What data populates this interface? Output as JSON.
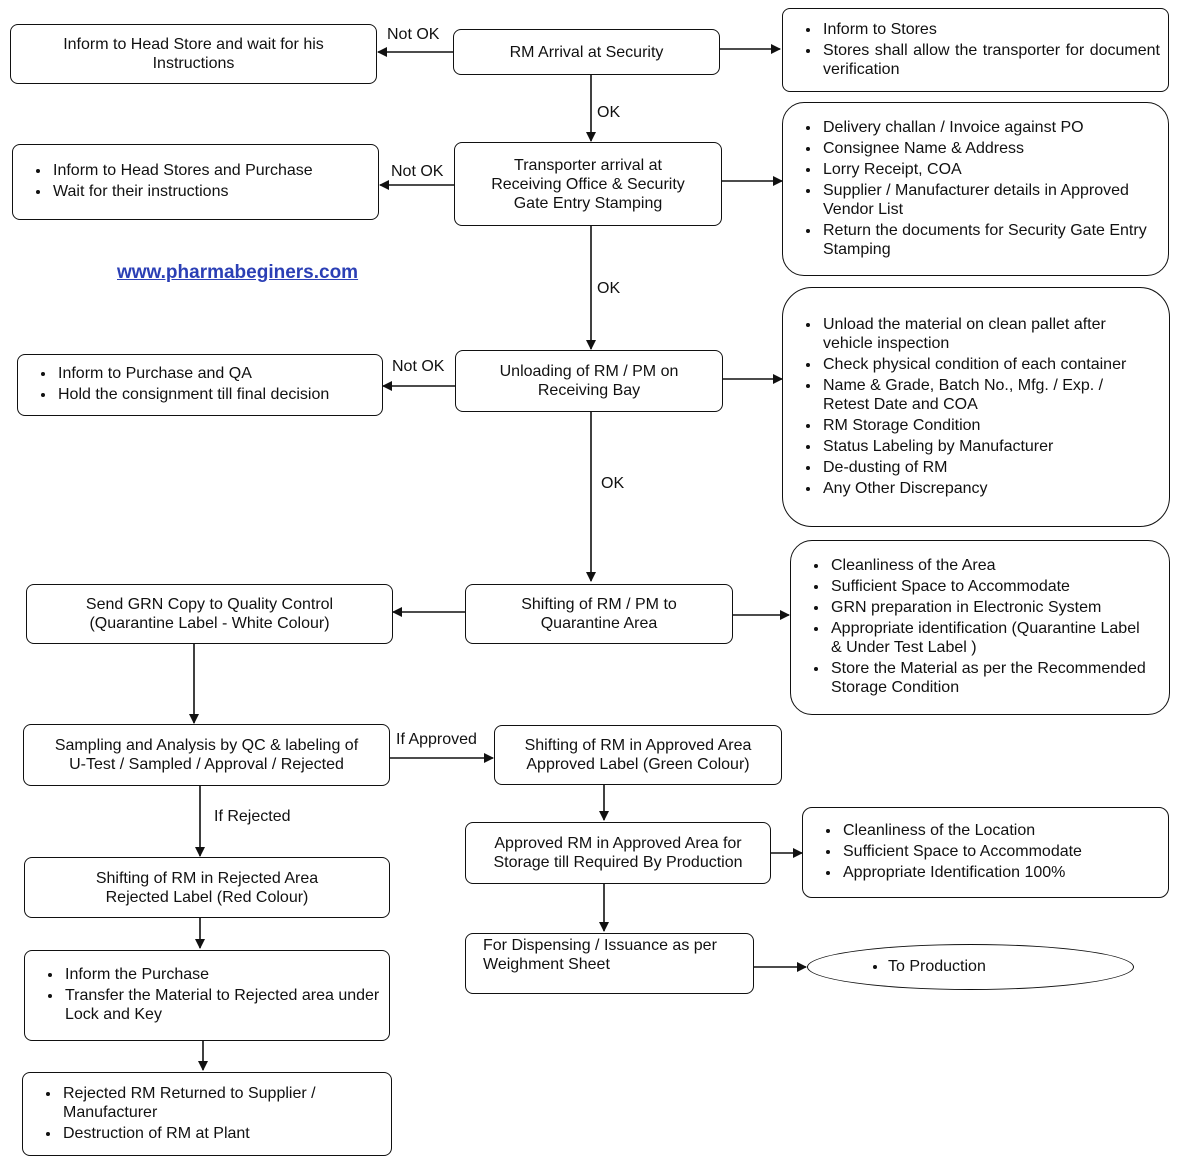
{
  "website": "www.pharmabeginers.com",
  "labels": {
    "not_ok": "Not OK",
    "ok": "OK",
    "if_approved": "If Approved",
    "if_rejected": "If Rejected"
  },
  "steps": {
    "rm_arrival": "RM Arrival at Security",
    "transporter_arrival": [
      "Transporter arrival at",
      "Receiving Office & Security",
      "Gate Entry Stamping"
    ],
    "unloading": [
      "Unloading of RM / PM on",
      "Receiving Bay"
    ],
    "shifting_quarantine": [
      "Shifting of RM / PM to",
      "Quarantine Area"
    ],
    "send_grn": [
      "Send GRN Copy to Quality Control",
      "(Quarantine Label - White Colour)"
    ],
    "sampling": [
      "Sampling and Analysis by QC & labeling of",
      "U-Test / Sampled / Approval / Rejected"
    ],
    "shifting_approved": [
      "Shifting of RM in Approved Area",
      "Approved Label (Green Colour)"
    ],
    "approved_storage": [
      "Approved RM in Approved Area for",
      "Storage till Required By Production"
    ],
    "dispensing": [
      "For Dispensing / Issuance as per",
      "Weighment Sheet"
    ],
    "shifting_rejected": [
      "Shifting of RM in Rejected Area",
      "Rejected Label (Red Colour)"
    ]
  },
  "side_boxes": {
    "head_store": "Inform to Head Store and wait for his Instructions",
    "stores_info": [
      "Inform to Stores",
      "Stores shall allow the transporter for document verification"
    ],
    "head_stores_purchase": [
      "Inform to Head Stores and Purchase",
      "Wait for their instructions"
    ],
    "documents": [
      "Delivery challan / Invoice against PO",
      "Consignee Name & Address",
      "Lorry Receipt, COA",
      "Supplier / Manufacturer details in Approved Vendor List",
      "Return the documents for Security Gate Entry Stamping"
    ],
    "purchase_qa": [
      "Inform to Purchase and QA",
      "Hold the consignment till final decision"
    ],
    "unload_checks": [
      "Unload the material on clean pallet after vehicle inspection",
      "Check physical condition of each container",
      "Name & Grade, Batch No., Mfg. / Exp. / Retest Date and COA",
      "RM Storage Condition",
      "Status Labeling by Manufacturer",
      "De-dusting of RM",
      "Any Other Discrepancy"
    ],
    "quarantine_checks": [
      "Cleanliness of the Area",
      "Sufficient Space to Accommodate",
      "GRN preparation in Electronic System",
      "Appropriate identification (Quarantine Label & Under Test Label )",
      "Store the Material as per the Recommended Storage Condition"
    ],
    "location_checks": [
      "Cleanliness of the Location",
      "Sufficient Space to Accommodate",
      "Appropriate Identification 100%"
    ],
    "inform_purchase_rejected": [
      "Inform the Purchase",
      "Transfer the Material to Rejected area under Lock and Key"
    ],
    "rejected_return": [
      "Rejected RM Returned to Supplier / Manufacturer",
      "Destruction of RM at Plant"
    ],
    "to_production": [
      "To Production"
    ]
  }
}
